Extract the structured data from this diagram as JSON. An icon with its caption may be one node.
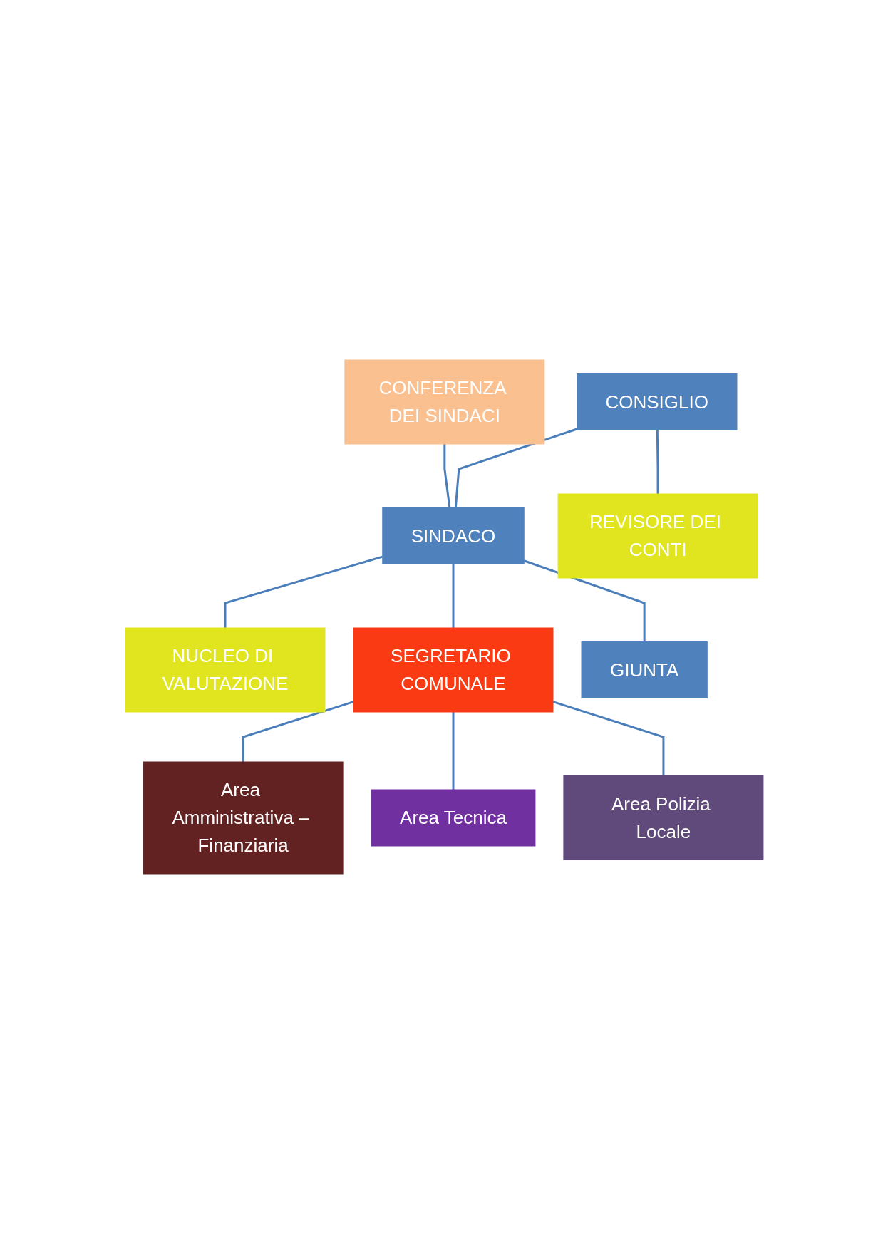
{
  "diagram": {
    "nodes": [
      {
        "text": [
          "CONSIGLIO"
        ]
      },
      {
        "text": [
          "CONFERENZA DEI SINDACI"
        ]
      },
      {
        "text": [
          "SINDACO"
        ]
      },
      {
        "text": [
          "REVISORE DEI CONTI"
        ]
      },
      {
        "text": [
          "NUCLEO DI VALUTAZIONE"
        ]
      },
      {
        "text": [
          "SEGRETARIO COMUNALE"
        ]
      },
      {
        "text": [
          "GIUNTA"
        ]
      },
      {
        "text": [
          "Area Amministrativa – Finanziaria"
        ]
      },
      {
        "text": [
          "Area Tecnica"
        ]
      },
      {
        "text": [
          "Area Polizia Locale"
        ]
      }
    ],
    "edges": [
      {
        "from": 0,
        "to": 2,
        "arrow": "none"
      },
      {
        "from": 0,
        "to": 3,
        "arrow": "none"
      },
      {
        "from": 1,
        "to": 2,
        "arrow": "none"
      },
      {
        "from": 2,
        "to": 4,
        "arrow": "none"
      },
      {
        "from": 2,
        "to": 5,
        "arrow": "none"
      },
      {
        "from": 2,
        "to": 6,
        "arrow": "none"
      },
      {
        "from": 5,
        "to": 7,
        "arrow": "none"
      },
      {
        "from": 5,
        "to": 8,
        "arrow": "none"
      },
      {
        "from": 5,
        "to": 9,
        "arrow": "none"
      }
    ]
  }
}
